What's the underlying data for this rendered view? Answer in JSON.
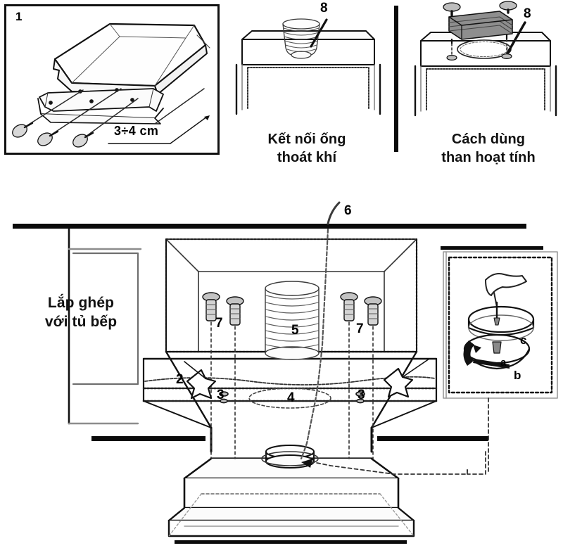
{
  "document": {
    "title": "Hướng dẫn lắp đặt máy hút mùi",
    "language": "vi"
  },
  "panels": [
    {
      "id": "panel-1",
      "number": "1",
      "caption": "",
      "dimension_label": "3÷4 cm",
      "parts": [
        "range-hood-body",
        "mounting-screws"
      ]
    },
    {
      "id": "panel-2",
      "number": "",
      "caption": "Kết nối ống\nthoát khí",
      "callouts": [
        "8"
      ],
      "parts": [
        "cabinet",
        "flexible-duct"
      ]
    },
    {
      "id": "panel-3",
      "number": "",
      "caption": "Cách dùng\nthan hoạt tính",
      "callouts": [
        "8"
      ],
      "parts": [
        "cabinet",
        "carbon-filter",
        "screws",
        "ring-opening"
      ]
    }
  ],
  "main": {
    "label": "Lắp ghép\nvới tủ bếp",
    "callouts": {
      "duct_top": "6",
      "screw_left": "7",
      "screw_right": "7",
      "flex_duct": "5",
      "wing_screw_left": "2",
      "nut_left": "3",
      "nut_right": "3",
      "cutout": "4"
    },
    "detail_inset": {
      "labels": {
        "a": "a",
        "b": "b",
        "c": "c"
      }
    }
  },
  "colors": {
    "ink": "#111111",
    "line": "#1a1a1a",
    "mid_gray": "#8a8a8a",
    "light_gray": "#c9c9c9",
    "paper": "#ffffff"
  }
}
